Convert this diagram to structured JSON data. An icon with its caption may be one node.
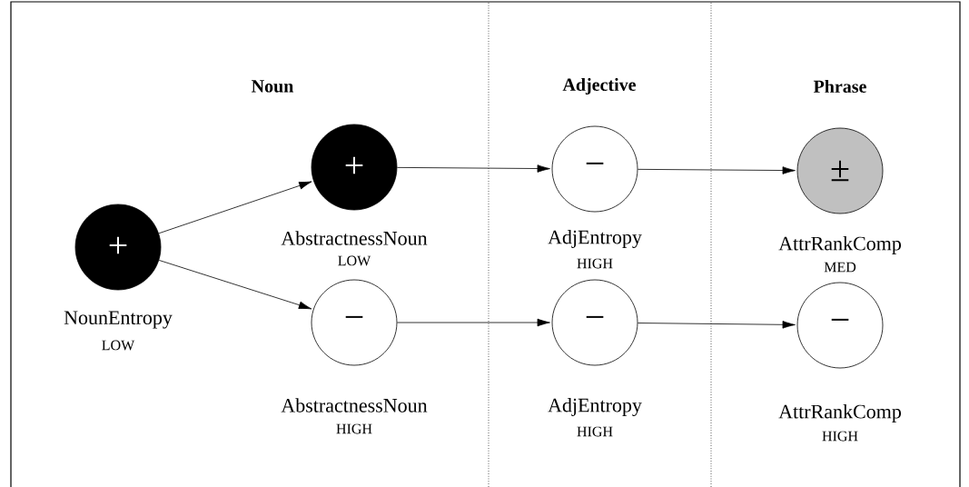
{
  "diagram": {
    "nodes": [
      {
        "text": [
          "+"
        ],
        "beside": [
          "NounEntropy",
          "LOW"
        ]
      },
      {
        "text": [
          "+"
        ],
        "beside": [
          "AbstractnessNoun",
          "LOW"
        ]
      },
      {
        "text": [
          "−"
        ],
        "beside": [
          "AdjEntropy",
          "HIGH"
        ]
      },
      {
        "text": [
          "±"
        ],
        "beside": [
          "AttrRankComp",
          "MED"
        ]
      },
      {
        "text": [
          "−"
        ],
        "beside": [
          "AbstractnessNoun",
          "HIGH"
        ]
      },
      {
        "text": [
          "−"
        ],
        "beside": [
          "AdjEntropy",
          "HIGH"
        ]
      },
      {
        "text": [
          "−"
        ],
        "beside": [
          "AttrRankComp",
          "HIGH"
        ]
      }
    ],
    "edges": [
      {
        "from": 0,
        "to": 1,
        "arrow": "to"
      },
      {
        "from": 0,
        "to": 4,
        "arrow": "to"
      },
      {
        "from": 1,
        "to": 2,
        "arrow": "to"
      },
      {
        "from": 2,
        "to": 3,
        "arrow": "to"
      },
      {
        "from": 4,
        "to": 5,
        "arrow": "to"
      },
      {
        "from": 5,
        "to": 6,
        "arrow": "to"
      }
    ],
    "labels": [
      "Noun",
      "Adjective",
      "Phrase"
    ]
  }
}
